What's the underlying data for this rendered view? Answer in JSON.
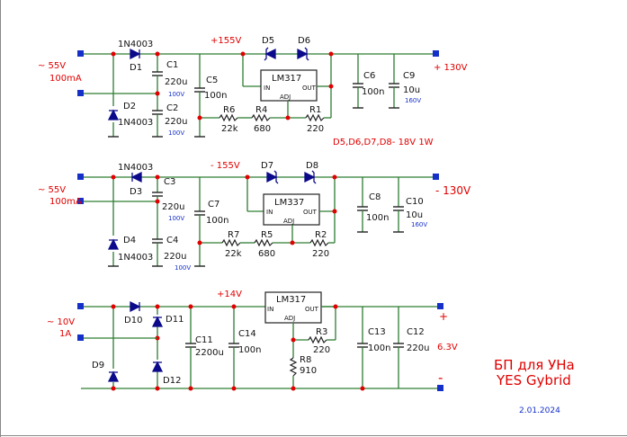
{
  "block1": {
    "input_v": "~ 55V",
    "input_i": "100mA",
    "diode_type": "1N4003",
    "D1": "D1",
    "D2": "D2",
    "C1": "C1",
    "C1v": "220u",
    "C1volt": "100V",
    "C2": "C2",
    "C2v": "220u",
    "C2volt": "100V",
    "C5": "C5",
    "C5v": "100n",
    "rail": "+155V",
    "D5": "D5",
    "D6": "D6",
    "reg": "LM317",
    "in": "IN",
    "out": "OUT",
    "adj": "ADJ",
    "R6": "R6",
    "R6v": "22k",
    "R4": "R4",
    "R4v": "680",
    "R1": "R1",
    "R1v": "220",
    "C6": "C6",
    "C6v": "100n",
    "C9": "C9",
    "C9v": "10u",
    "C9volt": "160V",
    "output": "+ 130V",
    "note": "D5,D6,D7,D8- 18V 1W"
  },
  "block2": {
    "input_v": "~ 55V",
    "input_i": "100mA",
    "diode_type": "1N4003",
    "D3": "D3",
    "D4": "D4",
    "C3": "C3",
    "C3v": "220u",
    "C3volt": "100V",
    "C4": "C4",
    "C4v": "220u",
    "C4volt": "100V",
    "C7": "C7",
    "C7v": "100n",
    "rail": "- 155V",
    "D7": "D7",
    "D8": "D8",
    "reg": "LM337",
    "in": "IN",
    "out": "OUT",
    "adj": "ADJ",
    "R7": "R7",
    "R7v": "22k",
    "R5": "R5",
    "R5v": "680",
    "R2": "R2",
    "R2v": "220",
    "C8": "C8",
    "C8v": "100n",
    "C10": "C10",
    "C10v": "10u",
    "C10volt": "160V",
    "output": "- 130V"
  },
  "block3": {
    "input_v": "~ 10V",
    "input_i": "1A",
    "D9": "D9",
    "D10": "D10",
    "D11": "D11",
    "D12": "D12",
    "rail": "+14V",
    "C11": "C11",
    "C11v": "2200u",
    "C14": "C14",
    "C14v": "100n",
    "reg": "LM317",
    "in": "IN",
    "out": "OUT",
    "adj": "ADJ",
    "R3": "R3",
    "R3v": "220",
    "R8": "R8",
    "R8v": "910",
    "C13": "C13",
    "C13v": "100n",
    "C12": "C12",
    "C12v": "220u",
    "plus": "+",
    "output": "6.3V",
    "minus": "-"
  },
  "title": {
    "line1": "БП для УНа",
    "line2": "YES Gybrid",
    "date": "2.01.2024"
  }
}
